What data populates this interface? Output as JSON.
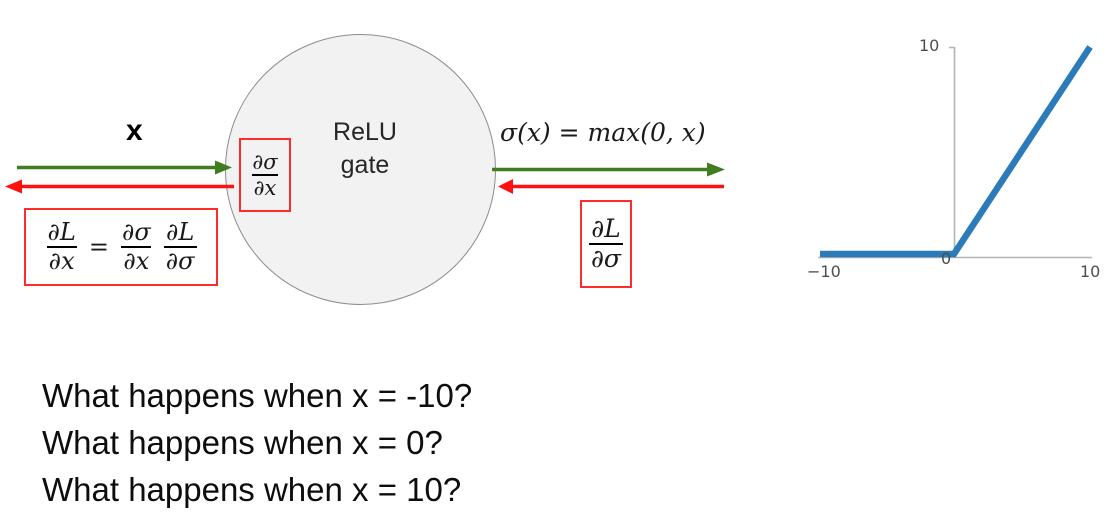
{
  "slide": {
    "input_label": "x",
    "gate": {
      "line1": "ReLU",
      "line2": "gate",
      "local_grad_num": "∂σ",
      "local_grad_den": "∂x"
    },
    "output_expression": "σ(x) = max(0, x)",
    "chain_rule": {
      "lhs_num": "∂L",
      "lhs_den": "∂x",
      "equals": "=",
      "mid_num": "∂σ",
      "mid_den": "∂x",
      "rhs_num": "∂L",
      "rhs_den": "∂σ"
    },
    "upstream_grad": {
      "num": "∂L",
      "den": "∂σ"
    },
    "questions": [
      "What happens when x = -10?",
      "What happens when x = 0?",
      "What happens when x = 10?"
    ]
  },
  "colors": {
    "forward_arrow": "#3f7d1f",
    "backward_arrow": "#fd1111",
    "red_box_border": "#ff2a2a",
    "gate_fill": "#f2f2f2",
    "gate_stroke": "#8c8c8c",
    "plot_line": "#2b7bba",
    "axis": "#b3b3b3",
    "tick_text": "#4d4d4d"
  },
  "chart_data": {
    "type": "line",
    "title": "",
    "xlabel": "",
    "ylabel": "",
    "xlim": [
      -10,
      10
    ],
    "ylim": [
      0,
      10
    ],
    "xticks": [
      "-10",
      "0",
      "10"
    ],
    "yticks": [
      "0",
      "10"
    ],
    "grid": false,
    "legend": null,
    "series": [
      {
        "name": "ReLU: max(0, x)",
        "x": [
          -10,
          0,
          10
        ],
        "y": [
          0,
          0,
          10
        ]
      }
    ]
  }
}
